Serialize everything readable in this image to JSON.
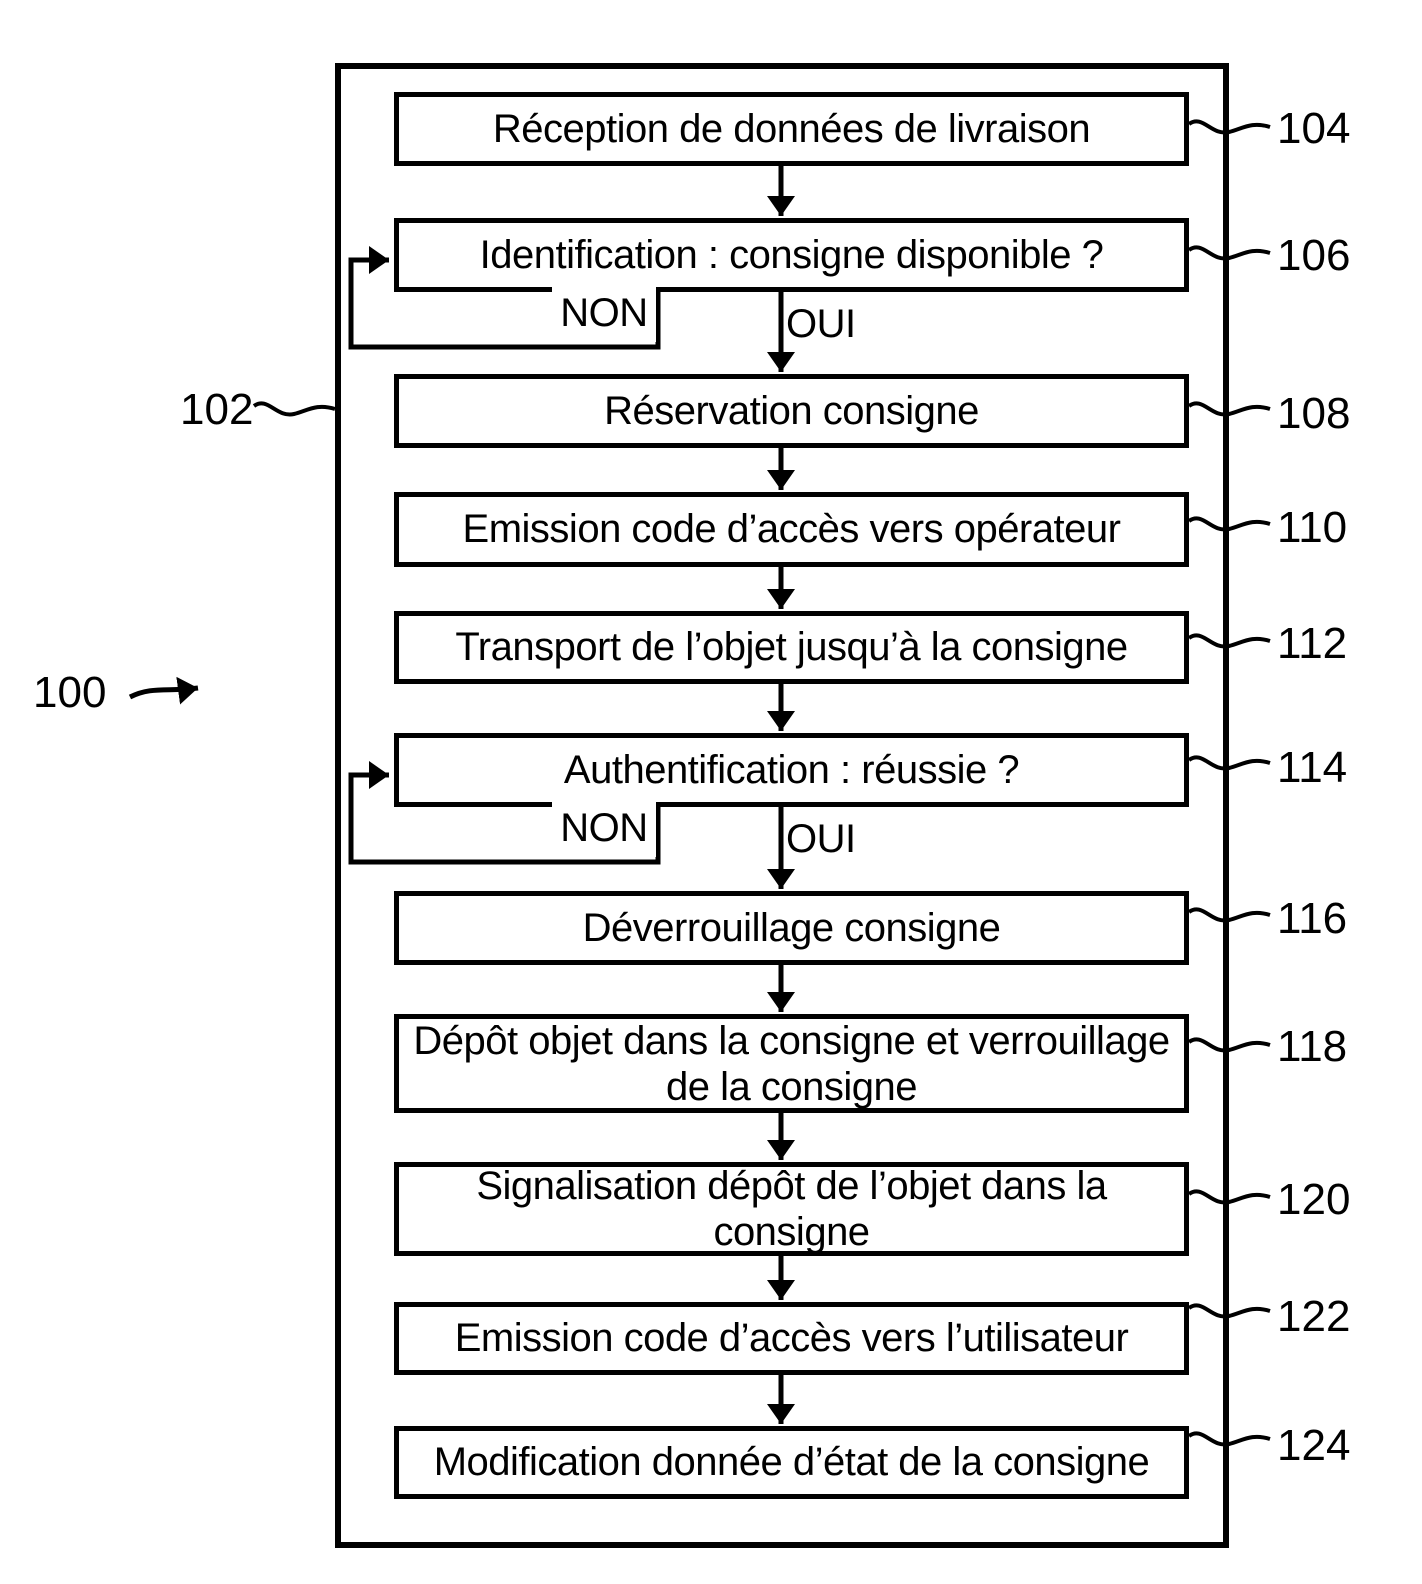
{
  "colors": {
    "ink": "#000000",
    "background": "#ffffff"
  },
  "figure": {
    "figure_ref": "100",
    "frame_ref": "102",
    "branch_no": "NON",
    "branch_yes": "OUI",
    "steps": [
      {
        "ref": "104",
        "text": "Réception de données de livraison"
      },
      {
        "ref": "106",
        "text": "Identification : consigne disponible ?"
      },
      {
        "ref": "108",
        "text": "Réservation consigne"
      },
      {
        "ref": "110",
        "text": "Emission code d’accès vers opérateur"
      },
      {
        "ref": "112",
        "text": "Transport de l’objet jusqu’à la consigne"
      },
      {
        "ref": "114",
        "text": "Authentification : réussie ?"
      },
      {
        "ref": "116",
        "text": "Déverrouillage consigne"
      },
      {
        "ref": "118",
        "text": "Dépôt objet dans la consigne et verrouillage de la consigne"
      },
      {
        "ref": "120",
        "text": "Signalisation dépôt de l’objet dans la consigne"
      },
      {
        "ref": "122",
        "text": "Emission code d’accès vers l’utilisateur"
      },
      {
        "ref": "124",
        "text": "Modification donnée d’état de la consigne"
      }
    ]
  }
}
